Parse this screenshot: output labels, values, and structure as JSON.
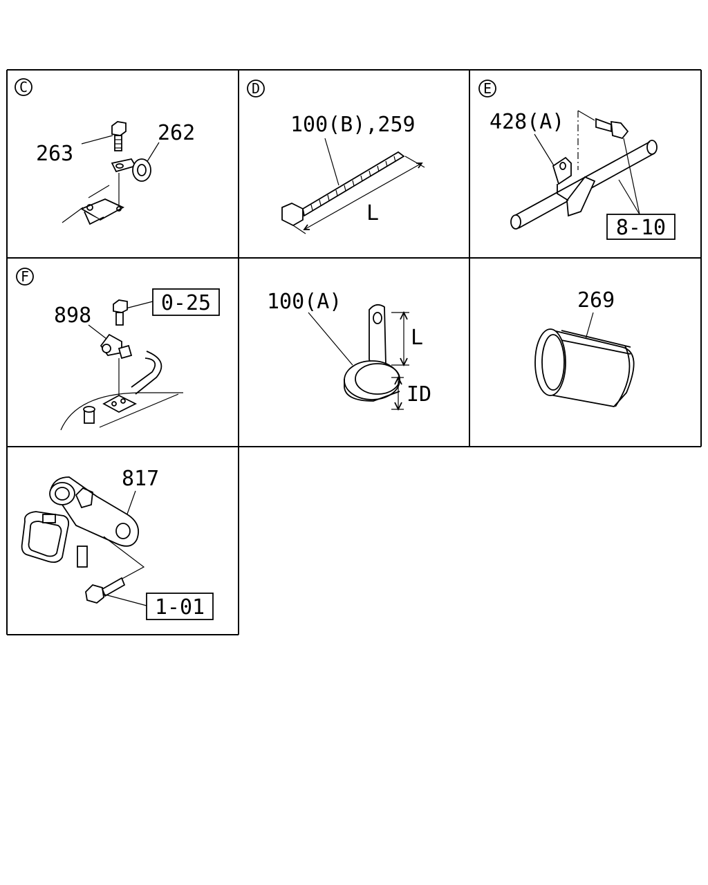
{
  "panels": {
    "c": {
      "letter": "C",
      "labels": [
        "263",
        "262"
      ]
    },
    "d": {
      "letter": "D",
      "labels": [
        "100(B),259",
        "L"
      ]
    },
    "e": {
      "letter": "E",
      "labels": [
        "428(A)"
      ],
      "boxed": [
        "8-10"
      ]
    },
    "f": {
      "letter": "F",
      "labels": [
        "898"
      ],
      "boxed": [
        "0-25"
      ]
    },
    "g": {
      "labels": [
        "100(A)",
        "L",
        "ID"
      ]
    },
    "h": {
      "labels": [
        "269"
      ]
    },
    "i": {
      "labels": [
        "817"
      ],
      "boxed": [
        "1-01"
      ]
    }
  }
}
